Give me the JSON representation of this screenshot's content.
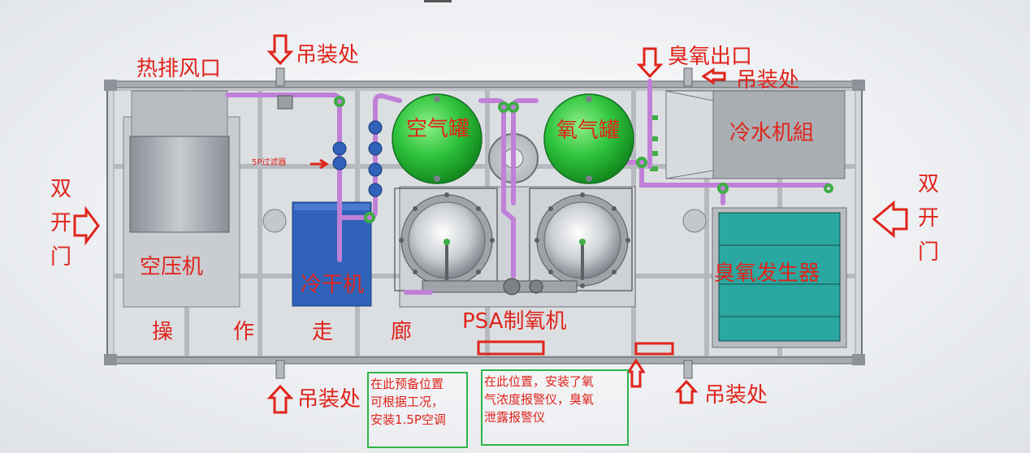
{
  "labels": {
    "heat_exhaust": "热排风口",
    "hoist_top": "吊装处",
    "ozone_outlet": "臭氧出口",
    "hoist_top_right": "吊装处",
    "air_tank": "空气罐",
    "oxygen_tank": "氧气罐",
    "chiller_unit": "冷水机組",
    "air_compressor": "空压机",
    "dryer": "冷干机",
    "ozone_generator": "臭氧发生器",
    "psa": "PSA制氧机",
    "corridor": [
      "操",
      "作",
      "走",
      "廊"
    ],
    "hoist_bottom_left": "吊装处",
    "hoist_bottom_right": "吊装处",
    "filter_small": "5P过滤器",
    "double_door_left": [
      "双",
      "开",
      "门"
    ],
    "double_door_right": [
      "双",
      "开",
      "门"
    ]
  },
  "notes": {
    "aircon": [
      "在此预备位置",
      "可根据工况，",
      "安装1.5P空调"
    ],
    "alarm": [
      "在此位置，安装了氧",
      "气浓度报警仪，臭氧",
      "泄露报警仪"
    ]
  },
  "colors": {
    "annotation": "#e0241b",
    "note_border": "#2fb34a",
    "tank_green": "#2fc43c",
    "pipe_purple": "#c080d8",
    "dryer_blue": "#2f62b8",
    "ozone_teal": "#2aa7a0"
  }
}
